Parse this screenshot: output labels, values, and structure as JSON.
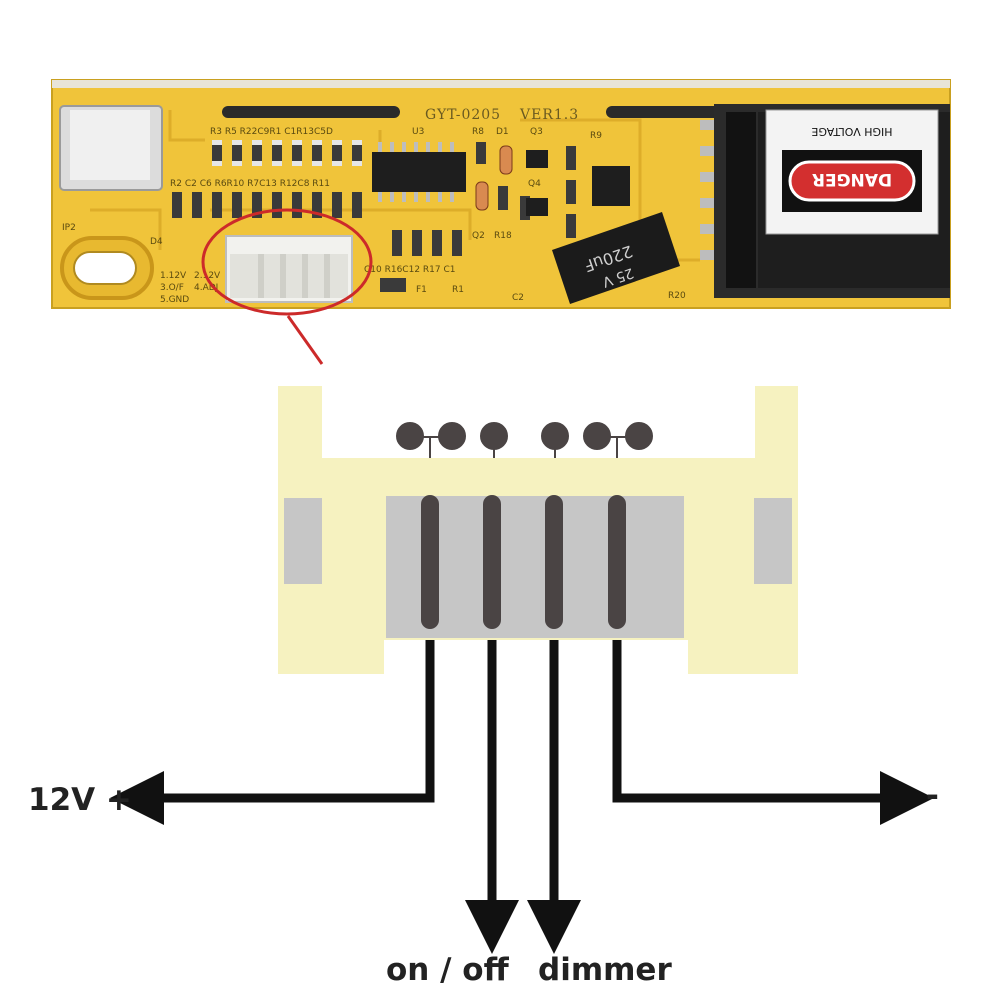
{
  "board": {
    "model": "GYT-0205",
    "version": "VER1.3",
    "capacitor_line1": "25  V",
    "capacitor_line2": "220uF",
    "warning_header": "HIGH VOLTAGE",
    "warning_badge": "DANGER",
    "silkscreen": {
      "top_row": "R3  R5 R22C9R1  C1R13C5D",
      "u3": "U3",
      "r8": "R8",
      "d1": "D1",
      "q3": "Q3",
      "r9": "R9",
      "mid_row": "R2  C2  C6  R6R10 R7C13 R12C8  R11",
      "ip2": "IP2",
      "d4": "D4",
      "pin_legend_1": "1.12V",
      "pin_legend_2": "3.O/F",
      "pin_legend_3": "5.GND",
      "pin_legend_4": "2.12V",
      "pin_legend_5": "4.ADJ",
      "bottom_row": "C10 R16C12 R17 C1",
      "f1": "F1",
      "r1": "R1",
      "q2": "Q2",
      "r18": "R18",
      "q4": "Q4",
      "r20": "R20",
      "c2": "C2"
    },
    "colors": {
      "pcb": "#f0c43a",
      "connector_highlight": "#cc2a2a",
      "danger_red": "#d32f2f"
    }
  },
  "connector": {
    "pin_count": 4,
    "colors": {
      "housing": "#f6f2c0",
      "slot": "#c6c6c6",
      "pin": "#4a4444",
      "wire": "#111111"
    }
  },
  "pins": [
    {
      "label": "12V +",
      "direction": "left"
    },
    {
      "label": "on / off",
      "direction": "down"
    },
    {
      "label": "dimmer",
      "direction": "down"
    },
    {
      "label": "-",
      "direction": "right"
    }
  ]
}
